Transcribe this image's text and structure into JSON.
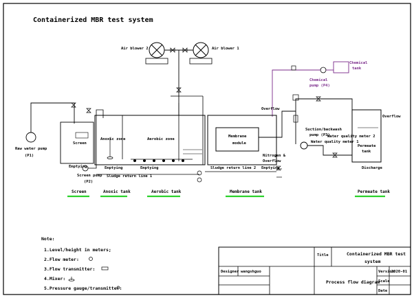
{
  "title": "Containerized MBR test system",
  "blowers": {
    "left": "Air blower 2",
    "right": "Air blower 1"
  },
  "chemical": {
    "tank_line1": "Chemical",
    "tank_line2": "tank",
    "pump_line1": "Chemical",
    "pump_line2": "pump (P4)"
  },
  "raw_pump": {
    "line1": "Raw water pump",
    "line2": "(P1)"
  },
  "screen_pump": {
    "line1": "Screen pump",
    "line2": "(P2)"
  },
  "zones": {
    "screen": "Screen",
    "anoxic": "Anoxic zone",
    "aerobic": "Aerobic zone",
    "membrane": "Membrane",
    "membrane2": "module"
  },
  "suction": {
    "line1": "Suction/backwash",
    "line2": "pump (P3)"
  },
  "water_quality_1": "Water quality meter 1",
  "water_quality_2": "Water quality meter 2",
  "permeate": {
    "line1": "Permeate",
    "line2": "tank"
  },
  "sludge_lines": {
    "l1": "Sludge return line 1",
    "l2": "Sludge return line 2"
  },
  "small": {
    "overflow": "Overflow",
    "emptying": "Emptying",
    "discharge": "Discharge",
    "nitrogen": "Nitrogen &",
    "overflow2": "Overflow"
  },
  "tank_labels": [
    "Screen",
    "Anoxic tank",
    "Aerobic tank",
    "Membrane tank",
    "Permeate tank"
  ],
  "notes": {
    "heading": "Note:",
    "items": [
      "1.Level/height in meters;",
      "2.Flow meter:",
      "3.Flow transmitter:",
      "4.Mixer:",
      "5.Pressure gauge/transmitter:"
    ]
  },
  "title_block": {
    "title_key": "Title",
    "title_val1": "Containerized MBR test",
    "title_val2": "system",
    "designer_key": "Designer",
    "designer_val": "wangshguo",
    "drawing": "Process flow diagram",
    "version_key": "Version",
    "version_val": "2020-01",
    "scale_key": "Scale",
    "date_key": "Date"
  },
  "colors": {
    "green": "#2bd12b",
    "purple": "#7a2a8a",
    "ink": "#000000"
  }
}
